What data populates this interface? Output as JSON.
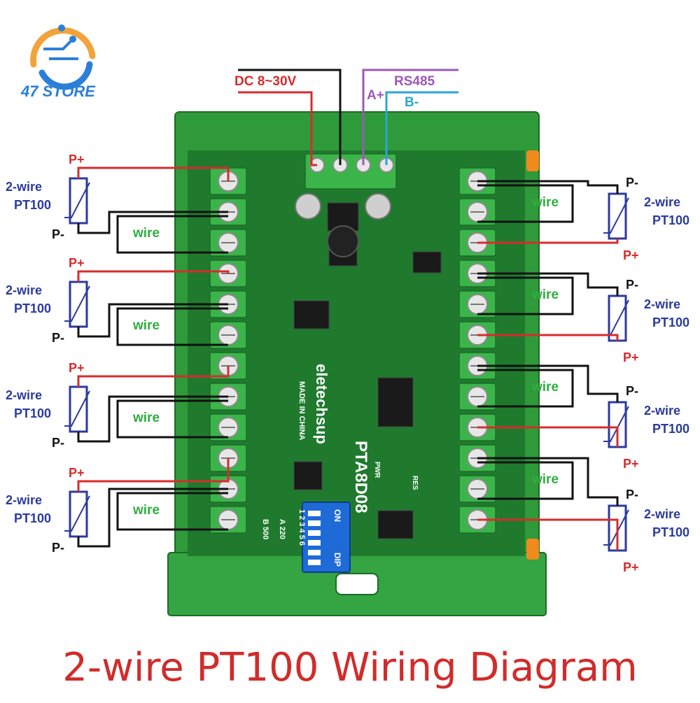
{
  "brand": {
    "name": "47 STORE"
  },
  "caption": "2-wire PT100 Wiring Diagram",
  "power": {
    "label": "DC 8~30V"
  },
  "rs485": {
    "title": "RS485",
    "a": "A+",
    "b": "B-"
  },
  "board": {
    "maker": "eletechsup",
    "model": "PTA8D08",
    "origin": "MADE IN CHINA",
    "dip_label": "DIP",
    "dip_on": "ON",
    "dip_numbers": "1 2 3 4 5 6",
    "opt_a": "A  220",
    "opt_b": "B  500",
    "pwr": "PWR",
    "res": "RES"
  },
  "labels": {
    "sensor_line1": "2-wire",
    "sensor_line2": "PT100",
    "p_plus": "P+",
    "p_minus": "P-",
    "jumper": "wire"
  },
  "colors": {
    "red_wire": "#d82b2b",
    "black_wire": "#111111",
    "purple_wire": "#9b59b6",
    "cyan_wire": "#2aa6d6",
    "sensor_blue": "#2b3a9e",
    "board_green": "#2f9a3a",
    "pcb_green": "#1f7a2e",
    "jumper_text": "#2fae3f"
  }
}
